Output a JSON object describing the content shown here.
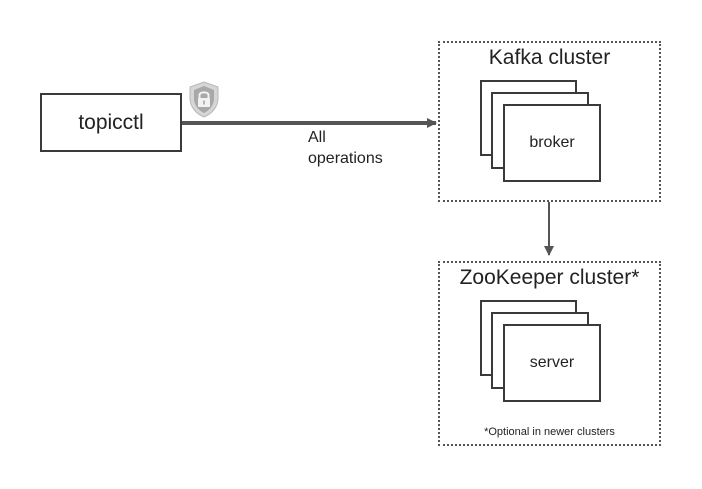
{
  "client": {
    "label": "topicctl"
  },
  "edge": {
    "label_line1": "All",
    "label_line2": "operations"
  },
  "kafka": {
    "title": "Kafka cluster",
    "node_label": "broker"
  },
  "zookeeper": {
    "title": "ZooKeeper cluster*",
    "node_label": "server",
    "footnote": "*Optional in newer clusters"
  },
  "icons": {
    "lock": "shield-lock-icon"
  },
  "colors": {
    "line": "#555555",
    "box_border": "#3a3a3a",
    "shield_outer": "#cfcfcf",
    "shield_inner": "#9e9e9e"
  }
}
